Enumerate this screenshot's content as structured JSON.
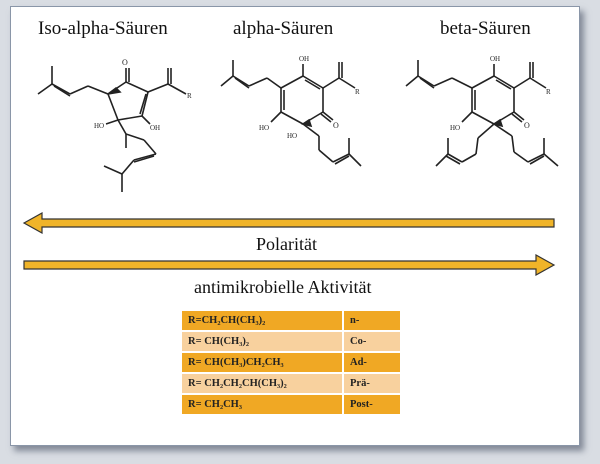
{
  "headings": {
    "iso_alpha": "Iso-alpha-Säuren",
    "alpha": "alpha-Säuren",
    "beta": "beta-Säuren"
  },
  "arrows": {
    "top_label": "Polarität",
    "bottom_label": "antimikrobielle Aktivität",
    "color": "#f0b429"
  },
  "atoms": {
    "oxygen": "O",
    "hydroxyl": "OH",
    "hydroxyl_left": "HO",
    "r_group": "R"
  },
  "table": {
    "rows": [
      {
        "formula": "R=CH₂CH(CH₃)₂",
        "prefix": "n-"
      },
      {
        "formula": "R= CH(CH₃)₂",
        "prefix": "Co-"
      },
      {
        "formula": "R= CH(CH₃)CH₂CH₃",
        "prefix": "Ad-"
      },
      {
        "formula": "R= CH₂CH₂CH(CH₃)₂",
        "prefix": "Prä-"
      },
      {
        "formula": "R= CH₂CH₃",
        "prefix": "Post-"
      }
    ],
    "colors": {
      "dark": "#f0a824",
      "light": "#f8d19e"
    }
  }
}
